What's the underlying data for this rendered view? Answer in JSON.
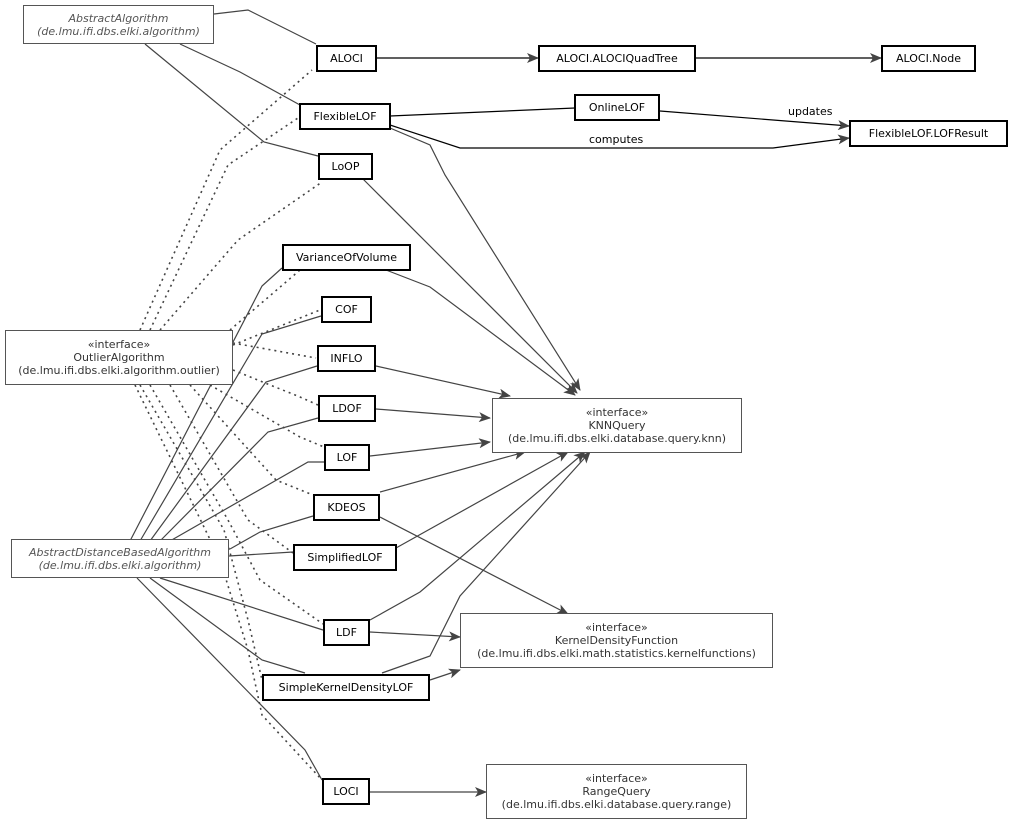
{
  "nodes": {
    "abstract_algorithm": {
      "name": "AbstractAlgorithm",
      "package": "(de.lmu.ifi.dbs.elki.algorithm)"
    },
    "aloci": {
      "name": "ALOCI"
    },
    "aloci_quadtree": {
      "name": "ALOCI.ALOCIQuadTree"
    },
    "aloci_node": {
      "name": "ALOCI.Node"
    },
    "flexible_lof": {
      "name": "FlexibleLOF"
    },
    "online_lof": {
      "name": "OnlineLOF"
    },
    "lof_result": {
      "name": "FlexibleLOF.LOFResult"
    },
    "loop": {
      "name": "LoOP"
    },
    "variance_of_volume": {
      "name": "VarianceOfVolume"
    },
    "cof": {
      "name": "COF"
    },
    "inflo": {
      "name": "INFLO"
    },
    "ldof": {
      "name": "LDOF"
    },
    "lof": {
      "name": "LOF"
    },
    "kdeos": {
      "name": "KDEOS"
    },
    "simplified_lof": {
      "name": "SimplifiedLOF"
    },
    "ldf": {
      "name": "LDF"
    },
    "simple_kd_lof": {
      "name": "SimpleKernelDensityLOF"
    },
    "loci": {
      "name": "LOCI"
    },
    "outlier_algorithm": {
      "stereotype": "«interface»",
      "name": "OutlierAlgorithm",
      "package": "(de.lmu.ifi.dbs.elki.algorithm.outlier)"
    },
    "abstract_distance_based": {
      "name": "AbstractDistanceBasedAlgorithm",
      "package": "(de.lmu.ifi.dbs.elki.algorithm)"
    },
    "knn_query": {
      "stereotype": "«interface»",
      "name": "KNNQuery",
      "package": "(de.lmu.ifi.dbs.elki.database.query.knn)"
    },
    "kernel_density_function": {
      "stereotype": "«interface»",
      "name": "KernelDensityFunction",
      "package": "(de.lmu.ifi.dbs.elki.math.statistics.kernelfunctions)"
    },
    "range_query": {
      "stereotype": "«interface»",
      "name": "RangeQuery",
      "package": "(de.lmu.ifi.dbs.elki.database.query.range)"
    }
  },
  "edge_labels": {
    "updates": "updates",
    "computes": "computes"
  },
  "colors": {
    "line": "#444444",
    "class_border": "#000000",
    "package_text": "#555555"
  }
}
